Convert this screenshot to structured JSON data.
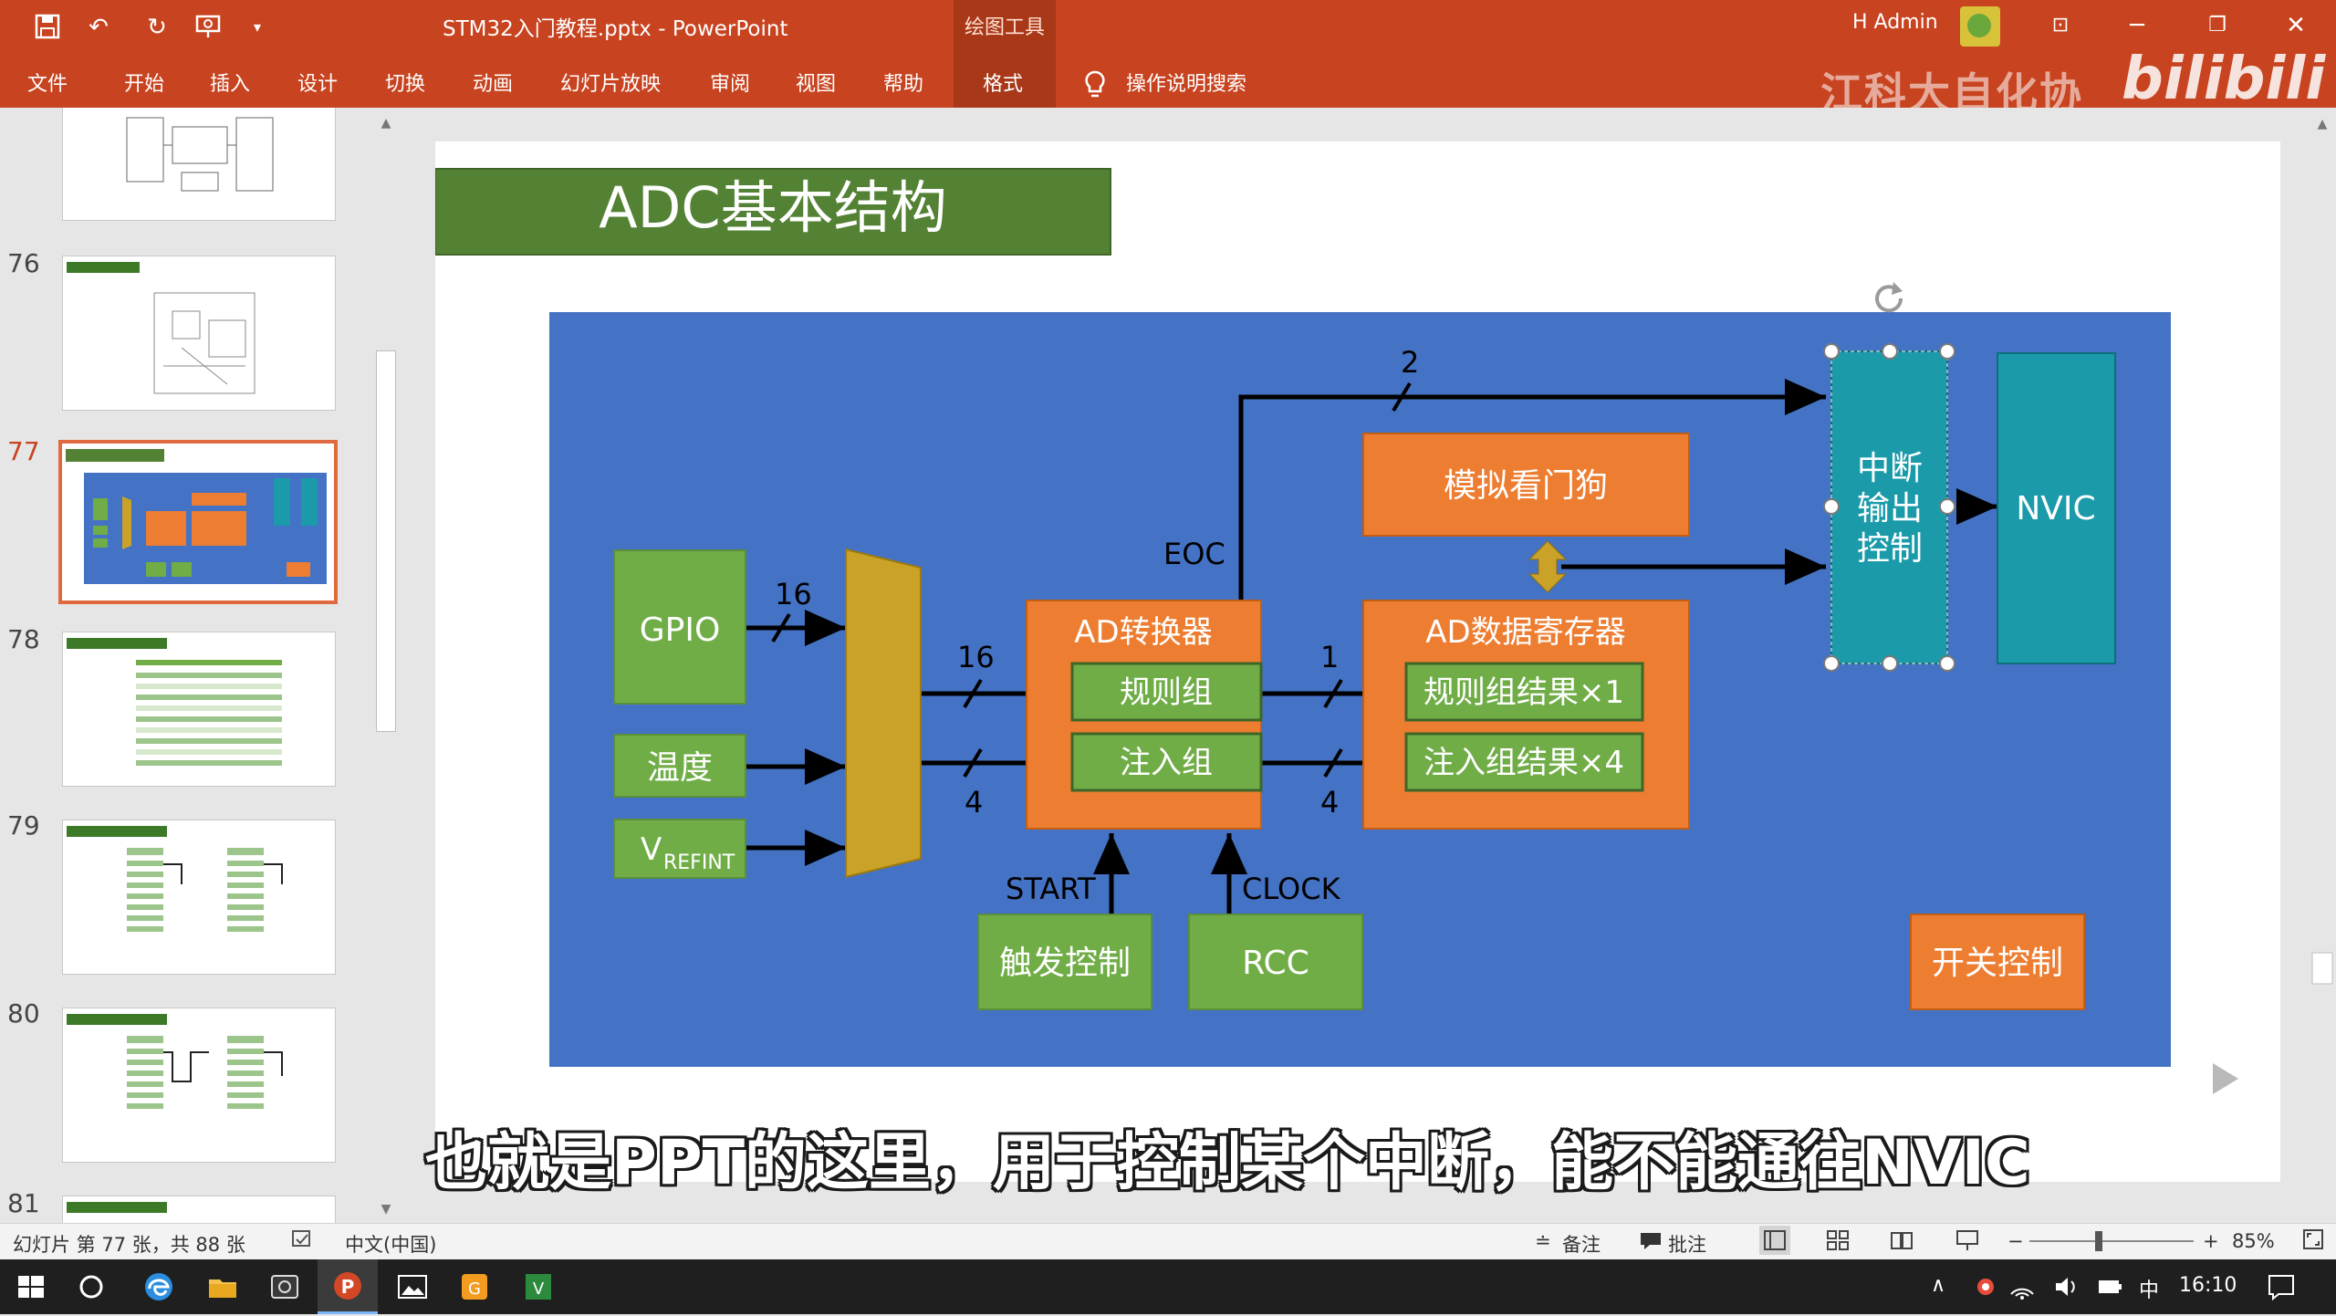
{
  "titlebar": {
    "document_title": "STM32入门教程.pptx  -  PowerPoint",
    "context_tab_header": "绘图工具",
    "user_name": "H Admin"
  },
  "ribbon": {
    "tabs": [
      "文件",
      "开始",
      "插入",
      "设计",
      "切换",
      "动画",
      "幻灯片放映",
      "审阅",
      "视图",
      "帮助",
      "格式"
    ],
    "search": "操作说明搜索"
  },
  "watermark": {
    "text": "江科大自化协",
    "brand": "bilibili"
  },
  "thumbnails": {
    "numbers": [
      "76",
      "77",
      "78",
      "79",
      "80",
      "81"
    ],
    "active": "77"
  },
  "slide": {
    "title": "ADC基本结构",
    "blocks": {
      "gpio": "GPIO",
      "temp": "温度",
      "vref_main": "V",
      "vref_sub": "REFINT",
      "adc_title": "AD转换器",
      "regular_group": "规则组",
      "injected_group": "注入组",
      "watchdog": "模拟看门狗",
      "data_reg_title": "AD数据寄存器",
      "regular_result": "规则组结果×1",
      "injected_result": "注入组结果×4",
      "interrupt_ctrl": [
        "中断",
        "输出",
        "控制"
      ],
      "nvic": "NVIC",
      "trigger": "触发控制",
      "rcc": "RCC",
      "switch": "开关控制"
    },
    "labels": {
      "bus_16_in": "16",
      "bus_16_out": "16",
      "bus_4_out": "4",
      "bus_1": "1",
      "bus_4": "4",
      "bus_2": "2",
      "eoc": "EOC",
      "start": "START",
      "clock": "CLOCK"
    }
  },
  "subtitle": "也就是PPT的这里，用于控制某个中断，能不能通往NVIC",
  "statusbar": {
    "slide_info": "幻灯片 第 77 张，共 88 张",
    "language": "中文(中国)",
    "notes": "备注",
    "comments": "批注",
    "zoom": "85%"
  },
  "taskbar": {
    "ime": "中",
    "time": "16:10"
  },
  "colors": {
    "ribbon": "#c8431f",
    "slide_bg": "#4472c4",
    "green": "#70ad47",
    "orange": "#ed7d31",
    "teal": "#1b9aaa",
    "mux": "#c9a227",
    "title_green": "#548235"
  }
}
